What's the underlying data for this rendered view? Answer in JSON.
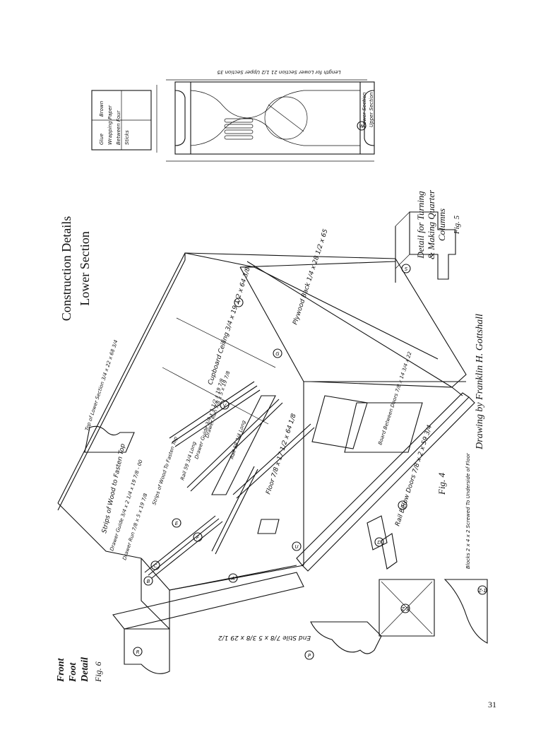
{
  "title_line1": "Construction Details",
  "title_line2": "Lower Section",
  "credit": "Drawing by Franklin H. Gottshall",
  "fig4": "Fig. 4",
  "fig5": "Fig. 5",
  "fig6": "Fig. 6",
  "fig5_caption": [
    "Detail for Turning",
    "& Making Quarter",
    "Columns"
  ],
  "fig6_caption": [
    "Front",
    "Foot",
    "Detail"
  ],
  "page_number": "31",
  "labels": {
    "strips_fasten_top": "Strips of Wood to Fasten Top",
    "drawer_guide_1": "Drawer Guide 3/4 x 2 1/4 x 19 7/8 - 00",
    "drawer_run_1": "Drawer Run 7/8 x 5 x 19 7/8",
    "top_lower_section": "Top of Lower Section 3/4 x 22 x 68 3/4",
    "cupboard_ceiling": "Cupboard Ceiling 3/4 x 19 1/2 x 64 3/8",
    "drawer_guide_2": "Drawer Guide 3/4 x 1 1/2 x 19 7/8",
    "drawer_run_2": "Drawer Run 7/8 x 5 x 19 7/8",
    "strips_wood_top": "Strips of Wood To Fasten Top",
    "rail_long": "Rail 59 3/4 Long",
    "rail_59": "Rail 59 3/4 Long",
    "plywood_back": "Plywood Back 1/4 x 28 1/2 x 65",
    "floor": "Floor 7/8 x 17 1/2 x 64 1/8",
    "board_between_doors": "Board Between Doors 7/8 x 14 3/4 x 22",
    "rail_below_doors": "Rail Below Doors 7/8 x 2 x 59 3/4",
    "end_stile": "End Stile 7/8 x 5 3/8 x 29 1/2",
    "blocks": "Blocks 2 x 4 x 2 Screwed To Underside of Floor",
    "length_label": "Length for Lower Section 21 1/2 Upper Section 35",
    "glue_paper": [
      "Glue",
      "Brown",
      "Wrapping Paper",
      "Between Four",
      "Sticks"
    ],
    "lower_section": "Lower Section",
    "upper_section": "Upper Section"
  },
  "markers": [
    "A",
    "B",
    "C",
    "D",
    "E",
    "F",
    "G",
    "H",
    "P",
    "R",
    "S",
    "T",
    "U",
    "V",
    "W",
    "Z-1",
    "Z-2"
  ]
}
